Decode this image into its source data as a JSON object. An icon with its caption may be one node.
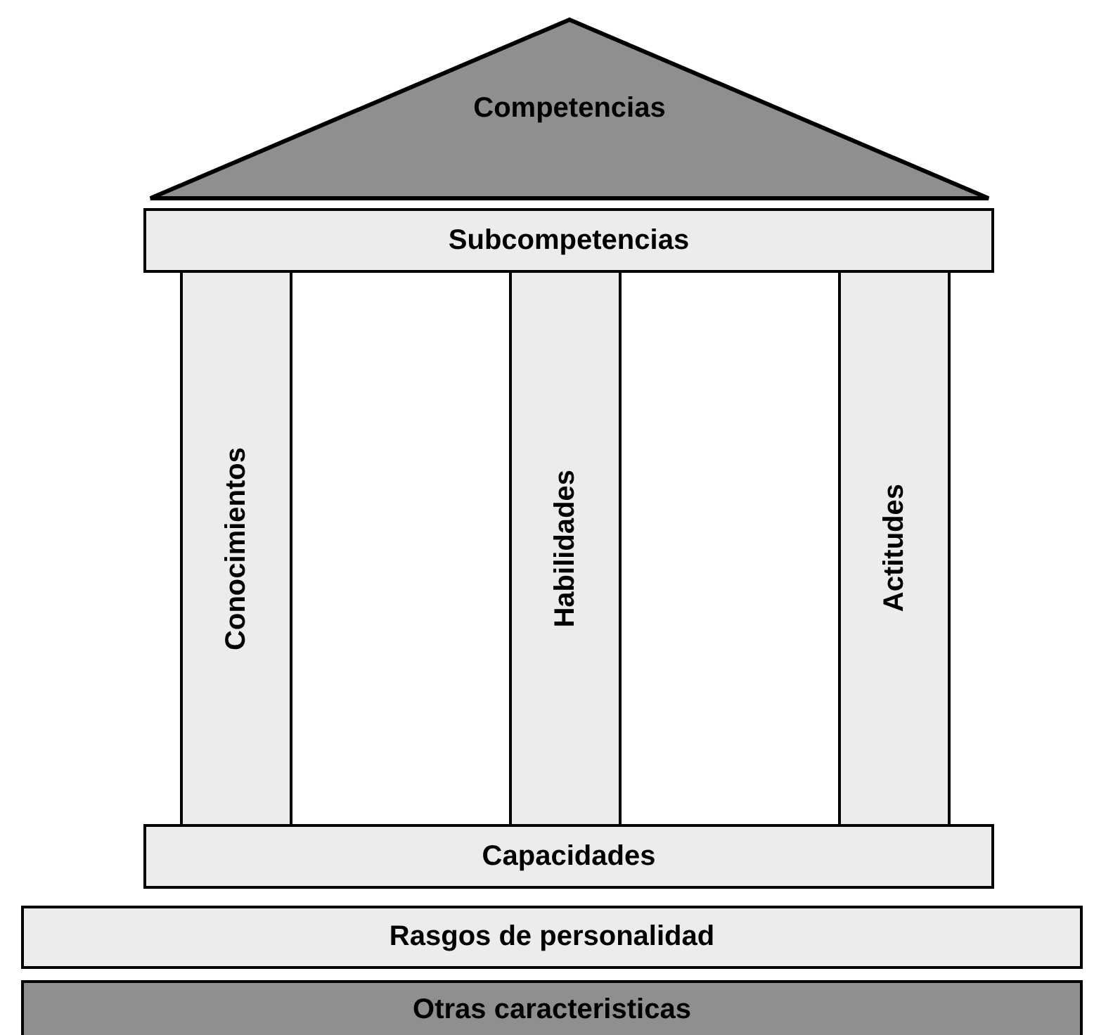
{
  "diagram": {
    "nodes": [
      {
        "text": [
          "Competencias"
        ]
      },
      {
        "text": [
          "Subcompetencias"
        ]
      },
      {
        "text": [
          "Conocimientos"
        ]
      },
      {
        "text": [
          "Habilidades"
        ]
      },
      {
        "text": [
          "Actitudes"
        ]
      },
      {
        "text": [
          "Capacidades"
        ]
      },
      {
        "text": [
          "Rasgos de personalidad"
        ]
      },
      {
        "text": [
          "Otras caracteristicas"
        ]
      }
    ]
  }
}
